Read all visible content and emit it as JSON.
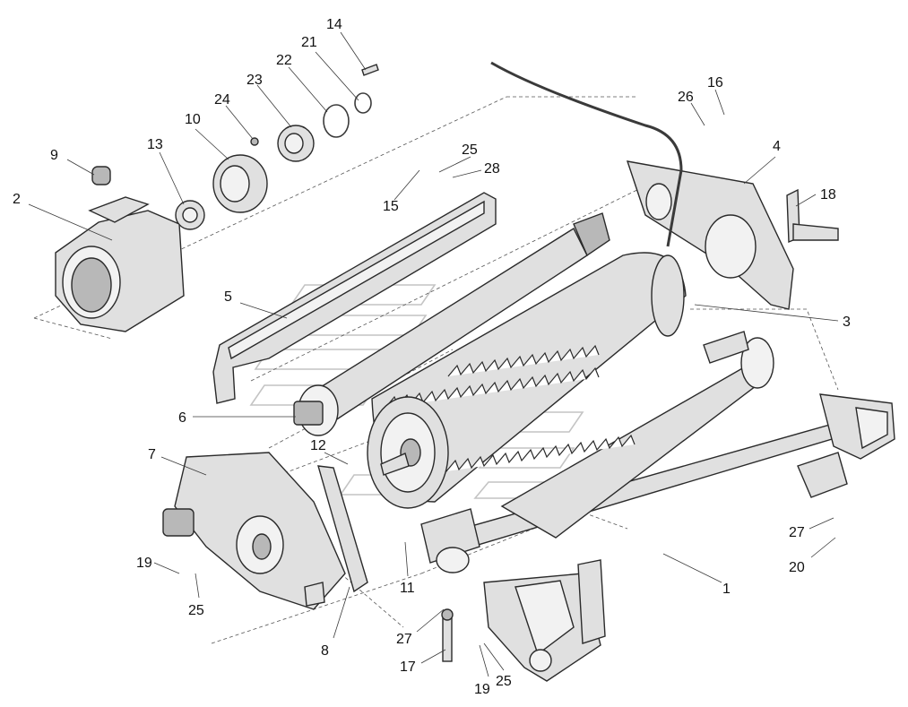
{
  "callouts": [
    "1",
    "2",
    "3",
    "4",
    "5",
    "6",
    "7",
    "8",
    "9",
    "10",
    "11",
    "12",
    "13",
    "14",
    "15",
    "16",
    "17",
    "18",
    "19",
    "19",
    "20",
    "21",
    "22",
    "23",
    "24",
    "25",
    "25",
    "25",
    "26",
    "27",
    "27",
    "28"
  ],
  "colors": {
    "line": "#2a2a2a",
    "fill": "#e0e0e0",
    "shade": "#b8b8b8",
    "paper": "#ffffff",
    "watermark": "#c4c4c4"
  }
}
